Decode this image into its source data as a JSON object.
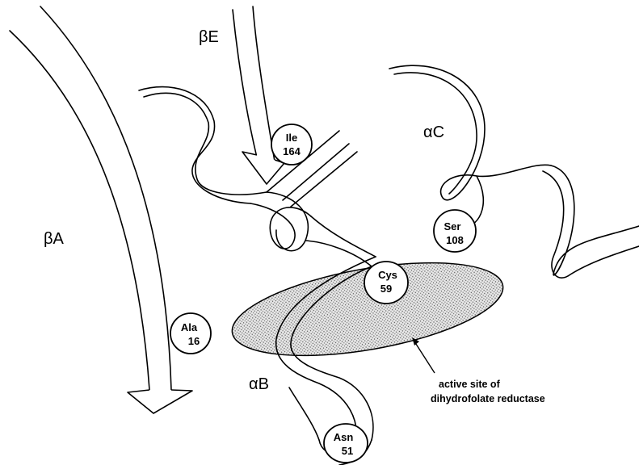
{
  "structure_labels": {
    "beta_a": "βA",
    "beta_e": "βE",
    "alpha_b": "αB",
    "alpha_c": "αC"
  },
  "residues": {
    "ile164": {
      "name": "Ile",
      "number": "164"
    },
    "ser108": {
      "name": "Ser",
      "number": "108"
    },
    "cys59": {
      "name": "Cys",
      "number": "59"
    },
    "ala16": {
      "name": "Ala",
      "number": "16"
    },
    "asn51": {
      "name": "Asn",
      "number": "51"
    }
  },
  "active_site": {
    "line1": "active site of",
    "line2": "dihydrofolate reductase"
  }
}
